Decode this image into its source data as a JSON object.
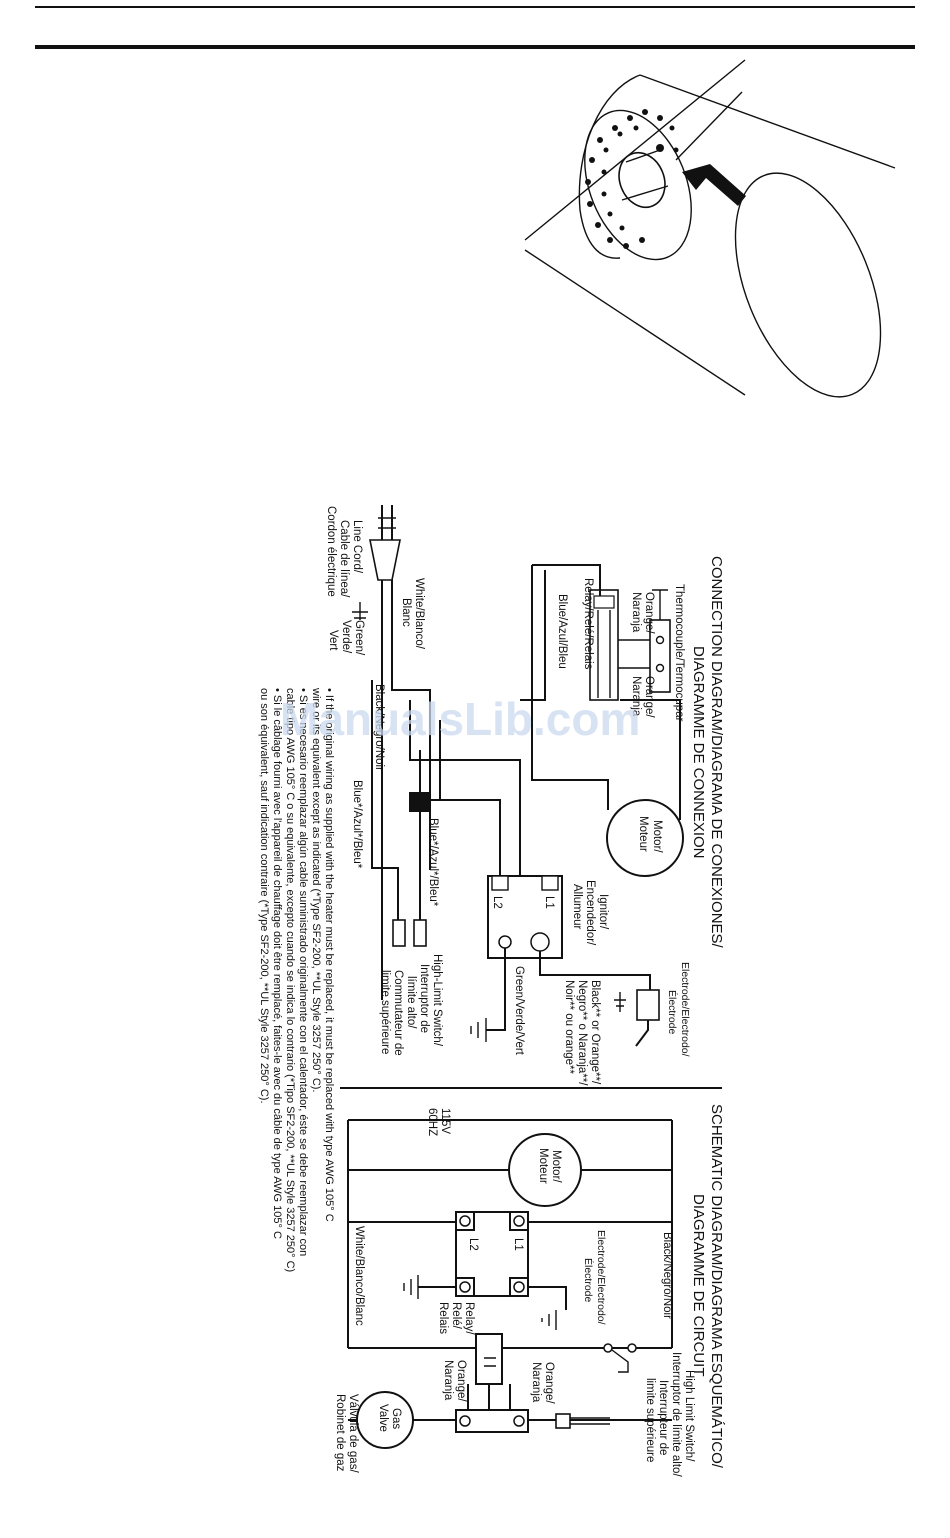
{
  "watermark": "ManualsLib.com",
  "connection": {
    "title_1": "CONNECTION DIAGRAM/DIAGRAMA DE CONEXIONES/",
    "title_2": "DIAGRAMME DE CONNEXION",
    "thermocouple": "Thermocouple/Termocupar",
    "orange_1": "Orange/",
    "naranja_1": "Naranja",
    "orange_2": "Orange/",
    "naranja_2": "Naranja",
    "relay": "Relay/Relé/Relais",
    "blue": "Blue/Azul/Bleu",
    "line_cord_1": "Line Cord/",
    "line_cord_2": "Cable de línea/",
    "line_cord_3": "Cordon électrique",
    "white_1": "White/Blanco/",
    "white_2": "Blanc",
    "green_1": "Green/",
    "green_2": "Verde/",
    "green_3": "Vert",
    "black": "Black/Negro/Noir",
    "blue_star_1": "Blue*/Azul*/Bleu*",
    "blue_star_2": "Blue*/Azul*/Bleu*",
    "motor_1": "Motor/",
    "motor_2": "Moteur",
    "ignitor_1": "Ignitor/",
    "ignitor_2": "Encendedor/",
    "ignitor_3": "Allumeur",
    "l1": "L1",
    "l2": "L2",
    "electrode_1": "Electrode/Electrodo/",
    "electrode_2": "Électrode",
    "black_orange_1": "Black** or Orange**/",
    "black_orange_2": "Negro** o Naranja**/",
    "black_orange_3": "Noir** ou orange**",
    "green_vert": "Green/Verde/Vert",
    "high_limit_1": "High-Limit Switch/",
    "high_limit_2": "Interruptor de",
    "high_limit_3": "límite alto/",
    "high_limit_4": "Commutateur de",
    "high_limit_5": "limite supérieure"
  },
  "notes": [
    "• If the original wiring as supplied with the heater must be replaced, it must be replaced with type AWG 105° C",
    "wire or its equivalent except as indicated (*Type SF2-200, **UL Style 3257 250° C).",
    "• Si es necesario reemplazar algún cable suministrado originalmente con el calentador, éste se debe reemplazar con",
    "cable tipo AWG 105° C o su equivalente, excepto cuando se indica lo contrario (*Tipo SF2-200, **UL Style 3257 250° C)",
    "• Si le câblage fourni avec l'appareil de chauffage doit être remplacé, faites-le avec du câble de type AWG 105° C",
    "ou son équivalent, sauf indication contraire (*Type SF2-200, **UL Style 3257 250° C)."
  ],
  "schematic": {
    "title_1": "SCHEMATIC DIAGRAM/DIAGRAMA ESQUEMÁTICO/",
    "title_2": "DIAGRAMME DE CIRCUIT",
    "voltage": "115V",
    "hz": "60HZ",
    "motor_1": "Motor/",
    "motor_2": "Moteur",
    "black": "Black/Negro/Noir",
    "white": "White/Blanco/Blanc",
    "l1": "L1",
    "l2": "L2",
    "electrode_1": "Electrode/Electrodo/",
    "electrode_2": "Électrode",
    "relay_1": "Relay/",
    "relay_2": "Relé/",
    "relay_3": "Relais",
    "high_limit_1": "High Limit Switch/",
    "high_limit_2": "Interruptor de límite alto/",
    "high_limit_3": "Interrupteur de",
    "high_limit_4": "limite supérieure",
    "orange_1": "Orange/",
    "naranja_1": "Naranja",
    "orange_2": "Orange/",
    "naranja_2": "Naranja",
    "gas_valve_1": "Gas",
    "gas_valve_2": "Valve",
    "gas_valve_label_1": "Válvula de gas/",
    "gas_valve_label_2": "Robinet de gaz"
  }
}
